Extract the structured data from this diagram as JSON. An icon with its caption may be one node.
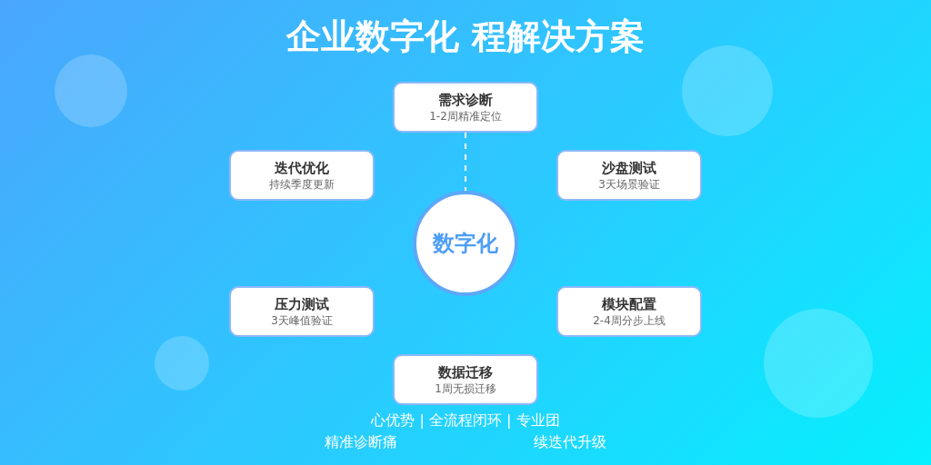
{
  "diagram": {
    "title": "企业数字化 程解决方案",
    "nodes": [
      {
        "text": [
          "需求诊断",
          "1-2周精准定位"
        ]
      },
      {
        "text": [
          "沙盘测试",
          "3天场景验证"
        ]
      },
      {
        "text": [
          "模块配置",
          "2-4周分步上线"
        ]
      },
      {
        "text": [
          "数据迁移",
          "1周无损迁移"
        ]
      },
      {
        "text": [
          "压力测试",
          "3天峰值验证"
        ]
      },
      {
        "text": [
          "迭代优化",
          "持续季度更新"
        ]
      },
      {
        "text": [
          "数字化"
        ]
      }
    ],
    "edges": [
      {
        "from": 0,
        "to": 6,
        "arrow": "none",
        "style": "dashed"
      }
    ],
    "labels": [
      "心优势 | 全流程闭环 | 专业团",
      "精准诊断痛",
      "续迭代升级"
    ]
  }
}
